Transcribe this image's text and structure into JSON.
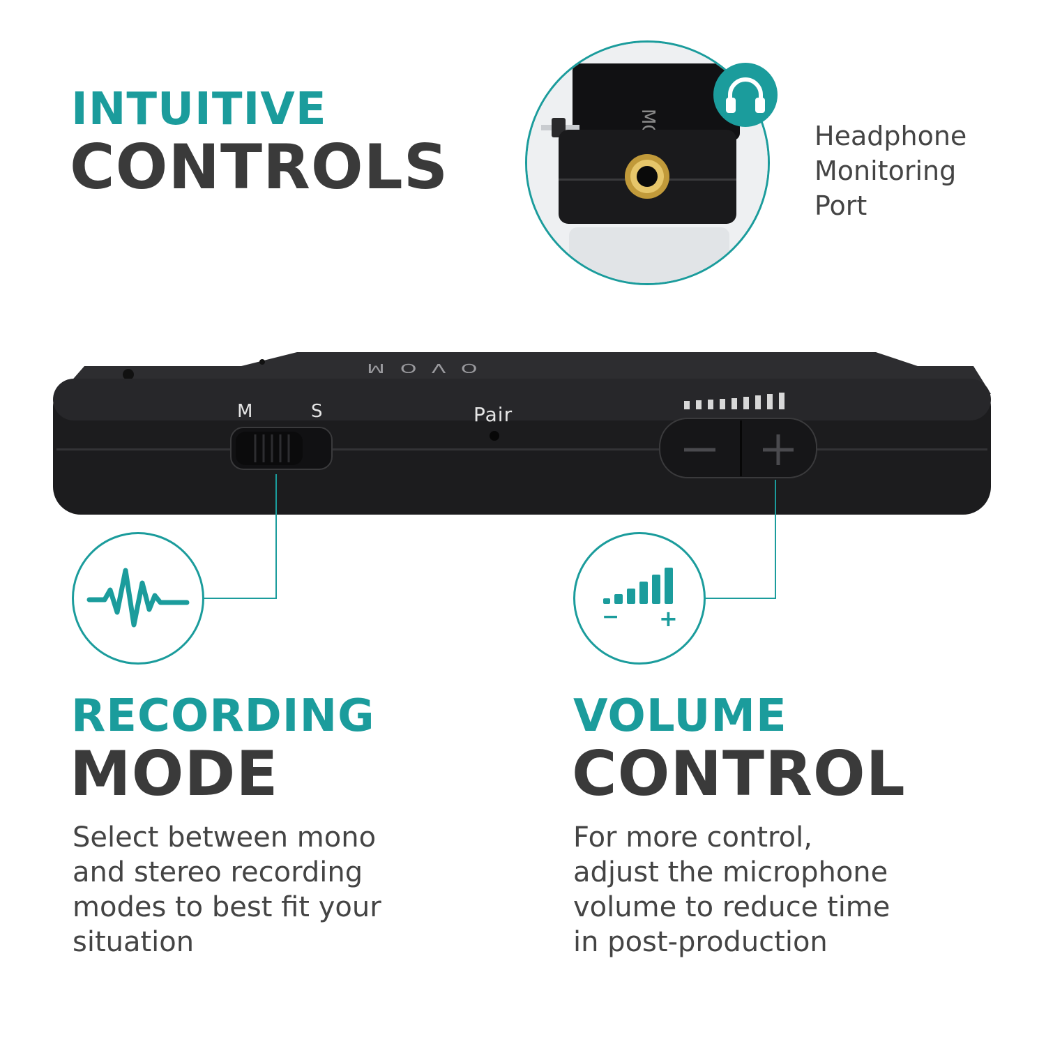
{
  "header": {
    "line1": "INTUITIVE",
    "line2": "CONTROLS"
  },
  "headphone_port": {
    "caption": [
      "Headphone",
      "Monitoring",
      "Port"
    ],
    "icon": "headphones-icon"
  },
  "device": {
    "brand": "MOVO",
    "switch_label_left": "M",
    "switch_label_right": "S",
    "pair_label": "Pair",
    "minus_label": "−",
    "plus_label": "+"
  },
  "recording_mode": {
    "line1": "RECORDING",
    "line2": "MODE",
    "description": [
      "Select between mono",
      "and stereo recording",
      "modes to best fit your",
      "situation"
    ],
    "icon": "waveform-icon"
  },
  "volume_control": {
    "line1": "VOLUME",
    "line2": "CONTROL",
    "description": [
      "For more control,",
      "adjust the microphone",
      "volume to reduce time",
      "in post-production"
    ],
    "icon": "volume-bars-icon",
    "icon_minus": "−",
    "icon_plus": "+"
  },
  "colors": {
    "accent": "#1b9c9c",
    "heading_dark": "#3a3a3a",
    "body_text": "#444444",
    "device": "#1c1c1e"
  }
}
